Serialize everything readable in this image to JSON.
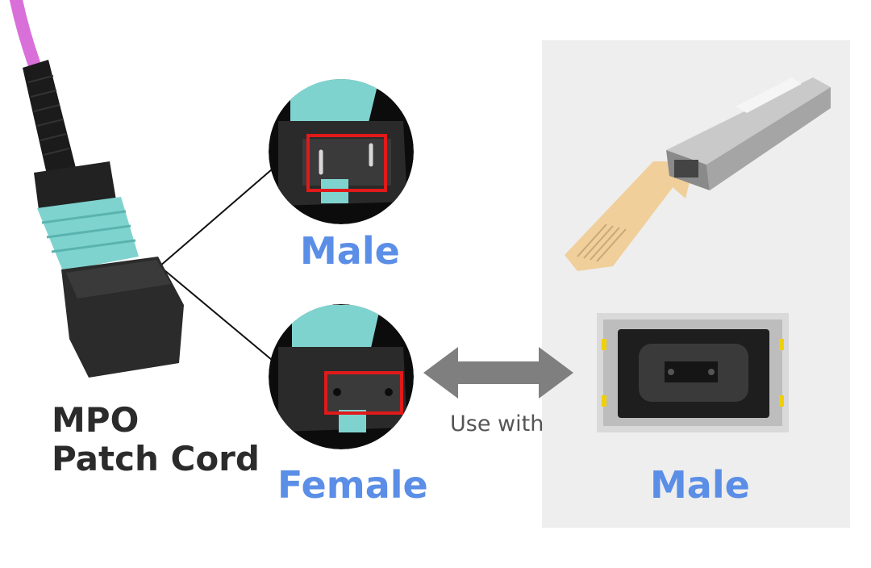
{
  "colors": {
    "accent_blue": "#5b8ee6",
    "title_text": "#2b2b2b",
    "arrow_gray": "#7f7f7f",
    "panel_gray": "#eeeeee",
    "cable_violet": "#d96fd9",
    "boot_aqua": "#7fd3cf",
    "highlight_red": "#e01a1a",
    "pull_tab_beige": "#f0cf9a"
  },
  "labels": {
    "product_line1": "MPO",
    "product_line2": "Patch Cord",
    "male_top": "Male",
    "female": "Female",
    "use_with": "Use with",
    "male_right": "Male"
  },
  "icons": {
    "double_arrow": "double-headed-arrow-icon"
  }
}
